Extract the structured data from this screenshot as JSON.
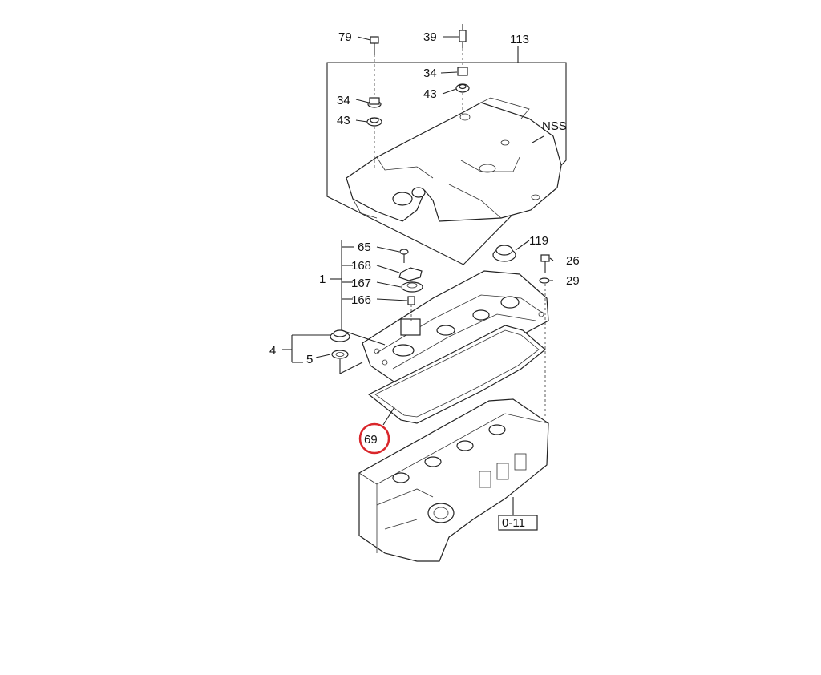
{
  "callouts": {
    "c79": "79",
    "c39": "39",
    "c113": "113",
    "c34a": "34",
    "c43a": "43",
    "c34b": "34",
    "c43b": "43",
    "nss": "NSS",
    "c65": "65",
    "c168": "168",
    "c1": "1",
    "c167": "167",
    "c166": "166",
    "c119": "119",
    "c26": "26",
    "c29": "29",
    "c4": "4",
    "c5": "5",
    "c69": "69",
    "ref": "0-11"
  },
  "highlight": {
    "part": "69",
    "color": "#d9262b"
  }
}
